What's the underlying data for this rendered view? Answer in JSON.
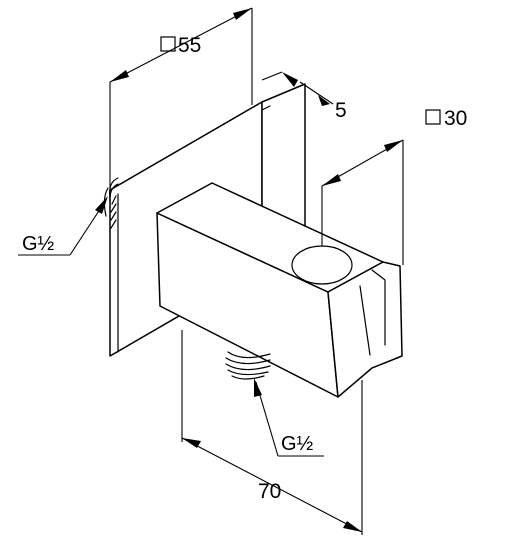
{
  "dimensions": {
    "plate_width": "55",
    "plate_thickness": "5",
    "holder_width": "30",
    "projection": "70",
    "thread_side": "G½",
    "thread_bottom": "G½"
  },
  "icons": {
    "square_symbol": "square-symbol-icon"
  }
}
